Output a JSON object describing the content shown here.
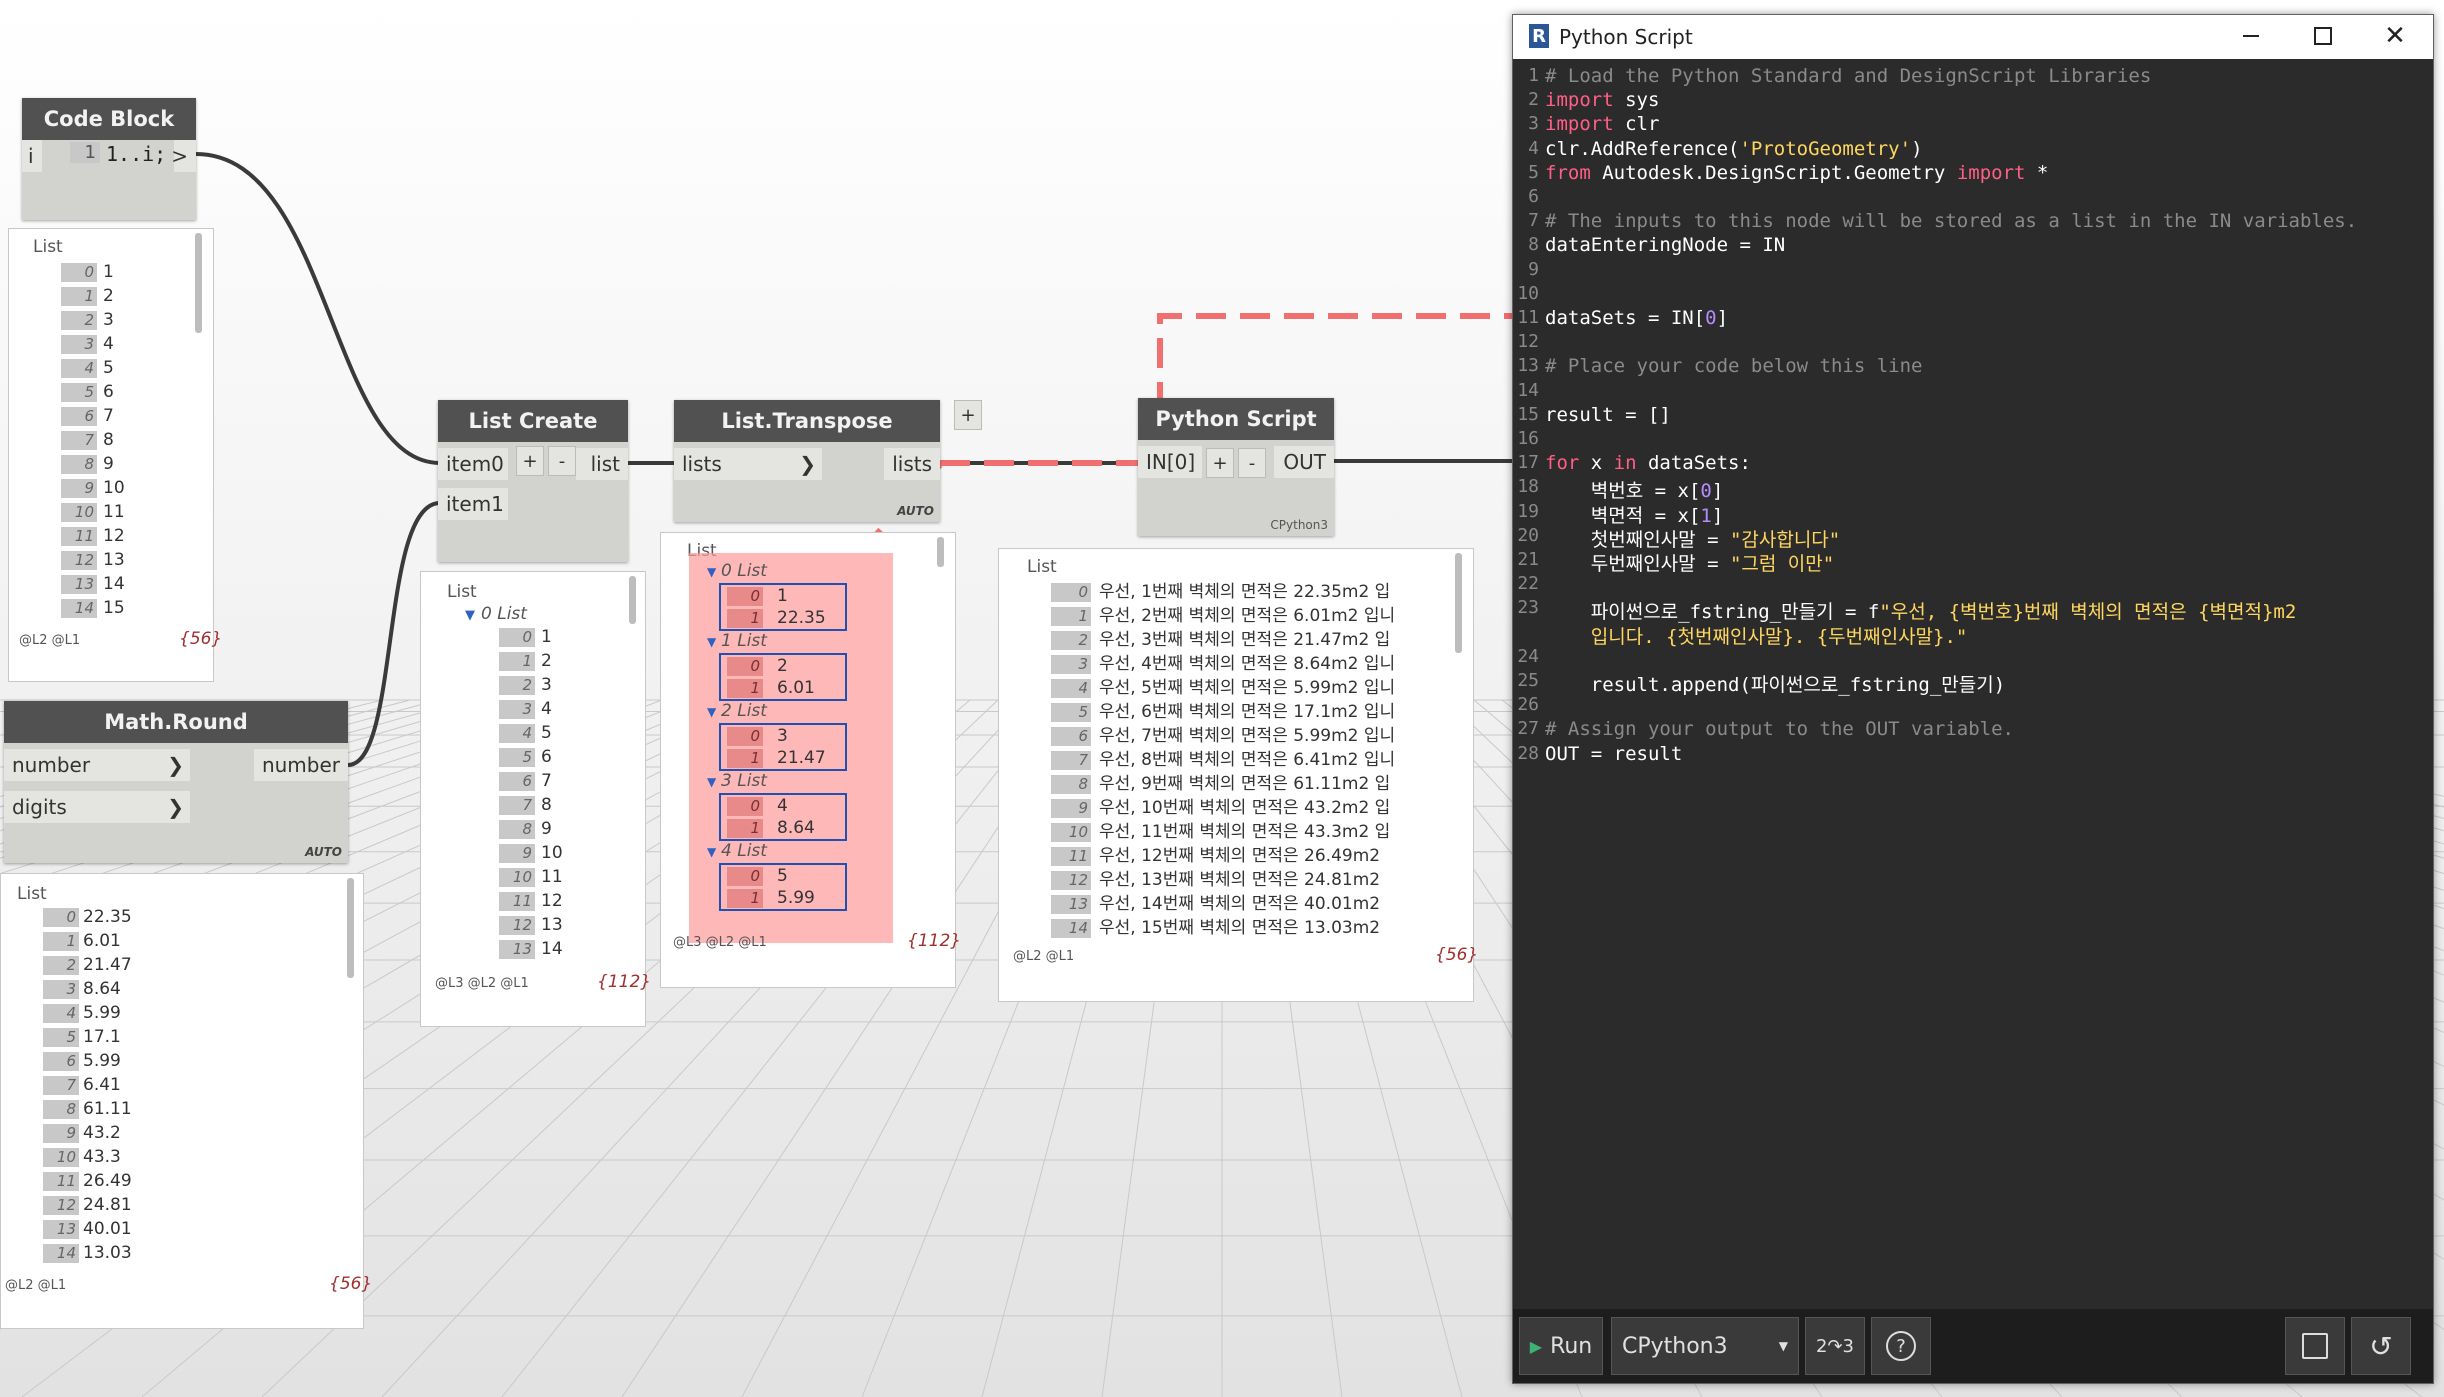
{
  "colors": {
    "node_header": "#515151",
    "node_body": "#d2d2cf",
    "highlight": "#ff9a9a",
    "dash": "#f07070",
    "editor_bg": "#2b2b2b"
  },
  "code_block": {
    "title": "Code Block",
    "left_port": "i",
    "line_no": "1",
    "code": "1..i;",
    "right_port": ">",
    "watch": {
      "header": "List",
      "items": [
        [
          "0",
          "1"
        ],
        [
          "1",
          "2"
        ],
        [
          "2",
          "3"
        ],
        [
          "3",
          "4"
        ],
        [
          "4",
          "5"
        ],
        [
          "5",
          "6"
        ],
        [
          "6",
          "7"
        ],
        [
          "7",
          "8"
        ],
        [
          "8",
          "9"
        ],
        [
          "9",
          "10"
        ],
        [
          "10",
          "11"
        ],
        [
          "11",
          "12"
        ],
        [
          "12",
          "13"
        ],
        [
          "13",
          "14"
        ],
        [
          "14",
          "15"
        ]
      ],
      "lacing": "@L2 @L1",
      "count": "{56}"
    }
  },
  "math_round": {
    "title": "Math.Round",
    "in1": "number",
    "in2": "digits",
    "out": "number",
    "lacing": "AUTO",
    "watch": {
      "header": "List",
      "items": [
        [
          "0",
          "22.35"
        ],
        [
          "1",
          "6.01"
        ],
        [
          "2",
          "21.47"
        ],
        [
          "3",
          "8.64"
        ],
        [
          "4",
          "5.99"
        ],
        [
          "5",
          "17.1"
        ],
        [
          "6",
          "5.99"
        ],
        [
          "7",
          "6.41"
        ],
        [
          "8",
          "61.11"
        ],
        [
          "9",
          "43.2"
        ],
        [
          "10",
          "43.3"
        ],
        [
          "11",
          "26.49"
        ],
        [
          "12",
          "24.81"
        ],
        [
          "13",
          "40.01"
        ],
        [
          "14",
          "13.03"
        ]
      ],
      "lacing": "@L2 @L1",
      "count": "{56}"
    }
  },
  "list_create": {
    "title": "List Create",
    "in1": "item0",
    "in2": "item1",
    "plus": "+",
    "minus": "-",
    "out": "list",
    "watch": {
      "header": "List",
      "sub": "0 List",
      "items": [
        [
          "0",
          "1"
        ],
        [
          "1",
          "2"
        ],
        [
          "2",
          "3"
        ],
        [
          "3",
          "4"
        ],
        [
          "4",
          "5"
        ],
        [
          "5",
          "6"
        ],
        [
          "6",
          "7"
        ],
        [
          "7",
          "8"
        ],
        [
          "8",
          "9"
        ],
        [
          "9",
          "10"
        ],
        [
          "10",
          "11"
        ],
        [
          "11",
          "12"
        ],
        [
          "12",
          "13"
        ],
        [
          "13",
          "14"
        ]
      ],
      "lacing": "@L3 @L2 @L1",
      "count": "{112}"
    }
  },
  "list_transpose": {
    "title": "List.Transpose",
    "in1": "lists",
    "out": "lists",
    "lacing": "AUTO",
    "watch": {
      "header": "List",
      "groups": [
        {
          "label": "0 List",
          "a": "1",
          "b": "22.35"
        },
        {
          "label": "1 List",
          "a": "2",
          "b": "6.01"
        },
        {
          "label": "2 List",
          "a": "3",
          "b": "21.47"
        },
        {
          "label": "3 List",
          "a": "4",
          "b": "8.64"
        },
        {
          "label": "4 List",
          "a": "5",
          "b": "5.99"
        }
      ],
      "lacing": "@L3 @L2 @L1",
      "count": "{112}"
    }
  },
  "python_node": {
    "title": "Python Script",
    "in1": "IN[0]",
    "plus": "+",
    "minus": "-",
    "out": "OUT",
    "engine": "CPython3",
    "watch": {
      "header": "List",
      "items": [
        [
          "0",
          "우선, 1번째 벽체의 면적은 22.35m2 입"
        ],
        [
          "1",
          "우선, 2번째 벽체의 면적은 6.01m2 입니"
        ],
        [
          "2",
          "우선, 3번째 벽체의 면적은 21.47m2 입"
        ],
        [
          "3",
          "우선, 4번째 벽체의 면적은 8.64m2 입니"
        ],
        [
          "4",
          "우선, 5번째 벽체의 면적은 5.99m2 입니"
        ],
        [
          "5",
          "우선, 6번째 벽체의 면적은 17.1m2 입니"
        ],
        [
          "6",
          "우선, 7번째 벽체의 면적은 5.99m2 입니"
        ],
        [
          "7",
          "우선, 8번째 벽체의 면적은 6.41m2 입니"
        ],
        [
          "8",
          "우선, 9번째 벽체의 면적은 61.11m2 입"
        ],
        [
          "9",
          "우선, 10번째 벽체의 면적은 43.2m2 입"
        ],
        [
          "10",
          "우선, 11번째 벽체의 면적은 43.3m2 입"
        ],
        [
          "11",
          "우선, 12번째 벽체의 면적은 26.49m2"
        ],
        [
          "12",
          "우선, 13번째 벽체의 면적은 24.81m2"
        ],
        [
          "13",
          "우선, 14번째 벽체의 면적은 40.01m2"
        ],
        [
          "14",
          "우선, 15번째 벽체의 면적은 13.03m2"
        ]
      ],
      "lacing": "@L2 @L1",
      "count": "{56}"
    }
  },
  "editor": {
    "title": "Python Script",
    "logo": "R",
    "engine": "CPython3",
    "run": "Run",
    "lines": [
      {
        "n": "1",
        "html": "<span class='cm'># Load the Python Standard and DesignScript Libraries</span>"
      },
      {
        "n": "2",
        "html": "<span class='kw'>import</span> sys"
      },
      {
        "n": "3",
        "html": "<span class='kw'>import</span> clr"
      },
      {
        "n": "4",
        "html": "clr.AddReference(<span class='st'>'ProtoGeometry'</span>)"
      },
      {
        "n": "5",
        "html": "<span class='kw'>from</span> Autodesk.DesignScript.Geometry <span class='kw'>import</span> *"
      },
      {
        "n": "6",
        "html": ""
      },
      {
        "n": "7",
        "html": "<span class='cm'># The inputs to this node will be stored as a list in the IN variables.</span>"
      },
      {
        "n": "8",
        "html": "dataEnteringNode = IN"
      },
      {
        "n": "9",
        "html": ""
      },
      {
        "n": "10",
        "html": ""
      },
      {
        "n": "11",
        "html": "dataSets = IN[<span class='nm'>0</span>]"
      },
      {
        "n": "12",
        "html": ""
      },
      {
        "n": "13",
        "html": "<span class='cm'># Place your code below this line</span>"
      },
      {
        "n": "14",
        "html": ""
      },
      {
        "n": "15",
        "html": "result = []"
      },
      {
        "n": "16",
        "html": ""
      },
      {
        "n": "17",
        "html": "<span class='kw'>for</span> x <span class='kw'>in</span> dataSets:"
      },
      {
        "n": "18",
        "html": "    벽번호 = x[<span class='nm'>0</span>]"
      },
      {
        "n": "19",
        "html": "    벽면적 = x[<span class='nm'>1</span>]"
      },
      {
        "n": "20",
        "html": "    첫번째인사말 = <span class='st'>\"감사합니다\"</span>"
      },
      {
        "n": "21",
        "html": "    두번째인사말 = <span class='st'>\"그럼 이만\"</span>"
      },
      {
        "n": "22",
        "html": ""
      },
      {
        "n": "23",
        "html": "    파이썬으로_fstring_만들기 = f<span class='st'>\"우선, {벽번호}번째 벽체의 면적은 {벽면적}m2</span>"
      },
      {
        "n": "",
        "html": "    <span class='st'>입니다. {첫번째인사말}. {두번째인사말}.\"</span>"
      },
      {
        "n": "24",
        "html": ""
      },
      {
        "n": "25",
        "html": "    result.append(파이썬으로_fstring_만들기)"
      },
      {
        "n": "26",
        "html": ""
      },
      {
        "n": "27",
        "html": "<span class='cm'># Assign your output to the OUT variable.</span>"
      },
      {
        "n": "28",
        "html": "OUT = result"
      }
    ]
  }
}
